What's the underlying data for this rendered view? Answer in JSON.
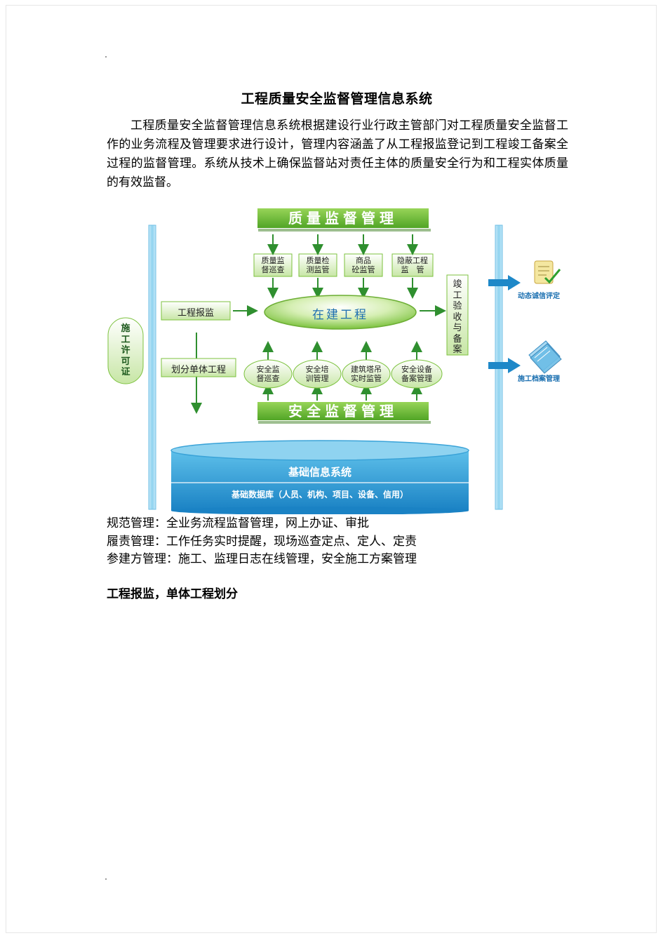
{
  "document": {
    "title": "工程质量安全监督管理信息系统",
    "intro": "工程质量安全监督管理信息系统根据建设行业行政主管部门对工程质量安全监督工作的业务流程及管理要求进行设计，管理内容涵盖了从工程报监登记到工程竣工备案全过程的监督管理。系统从技术上确保监督站对责任主体的质量安全行为和工程实体质量的有效监督。",
    "lines": [
      "规范管理：全业务流程监督管理，网上办证、审批",
      "履责管理：工作任务实时提醒，现场巡查定点、定人、定责",
      "参建方管理：施工、监理日志在线管理，安全施工方案管理"
    ],
    "section_heading": "工程报监，单体工程划分"
  },
  "diagram": {
    "top_band": "质量监督管理",
    "top_boxes": [
      "质量监督巡查",
      "质量检测监管",
      "商品砼监管",
      "隐蔽工程监管"
    ],
    "top_box_lines": [
      [
        "质量监",
        "督巡查"
      ],
      [
        "质量检",
        "测监管"
      ],
      [
        "商品",
        "砼监管"
      ],
      [
        "隐蔽工程",
        "监　管"
      ]
    ],
    "center": "在建工程",
    "left_top_box": "工程报监",
    "left_bottom_box": "划分单体工程",
    "left_pill": "施工许可证",
    "right_box": "竣工验收与备案",
    "bottom_ovals": [
      "安全监督巡查",
      "安全培训管理",
      "建筑塔吊实时监管",
      "安全设备备案管理"
    ],
    "bottom_oval_lines": [
      [
        "安全监",
        "督巡查"
      ],
      [
        "安全培",
        "训管理"
      ],
      [
        "建筑塔吊",
        "实时监管"
      ],
      [
        "安全设备",
        "备案管理"
      ]
    ],
    "bottom_band": "安全监督管理",
    "db_title": "基础信息系统",
    "db_subtitle": "基础数据库（人员、机构、项目、设备、信用）",
    "outputs": [
      "动态诚信评定",
      "施工档案管理"
    ],
    "colors": {
      "green": "#6cbf3a",
      "dark_green": "#2f8f2f",
      "blue": "#1e88c8",
      "light_blue": "#8fd3f0"
    }
  }
}
